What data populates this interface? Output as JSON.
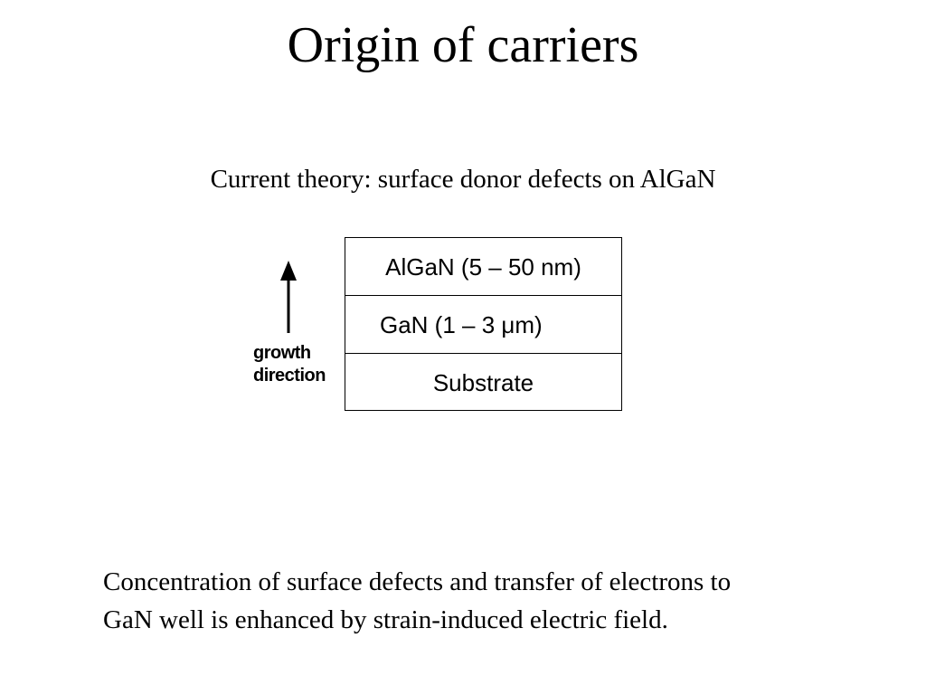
{
  "slide": {
    "title": "Origin of carriers",
    "subtitle": "Current theory:  surface donor defects on AlGaN"
  },
  "diagram": {
    "layers": [
      {
        "label": "AlGaN (5 – 50 nm)"
      },
      {
        "label": "GaN (1 – 3 μm)"
      },
      {
        "label": "Substrate"
      }
    ],
    "arrow_label_lines": [
      "growth",
      "direction"
    ]
  },
  "body": {
    "lines": [
      "Concentration of surface defects and transfer of electrons to",
      "GaN well is enhanced by strain-induced electric field."
    ]
  }
}
